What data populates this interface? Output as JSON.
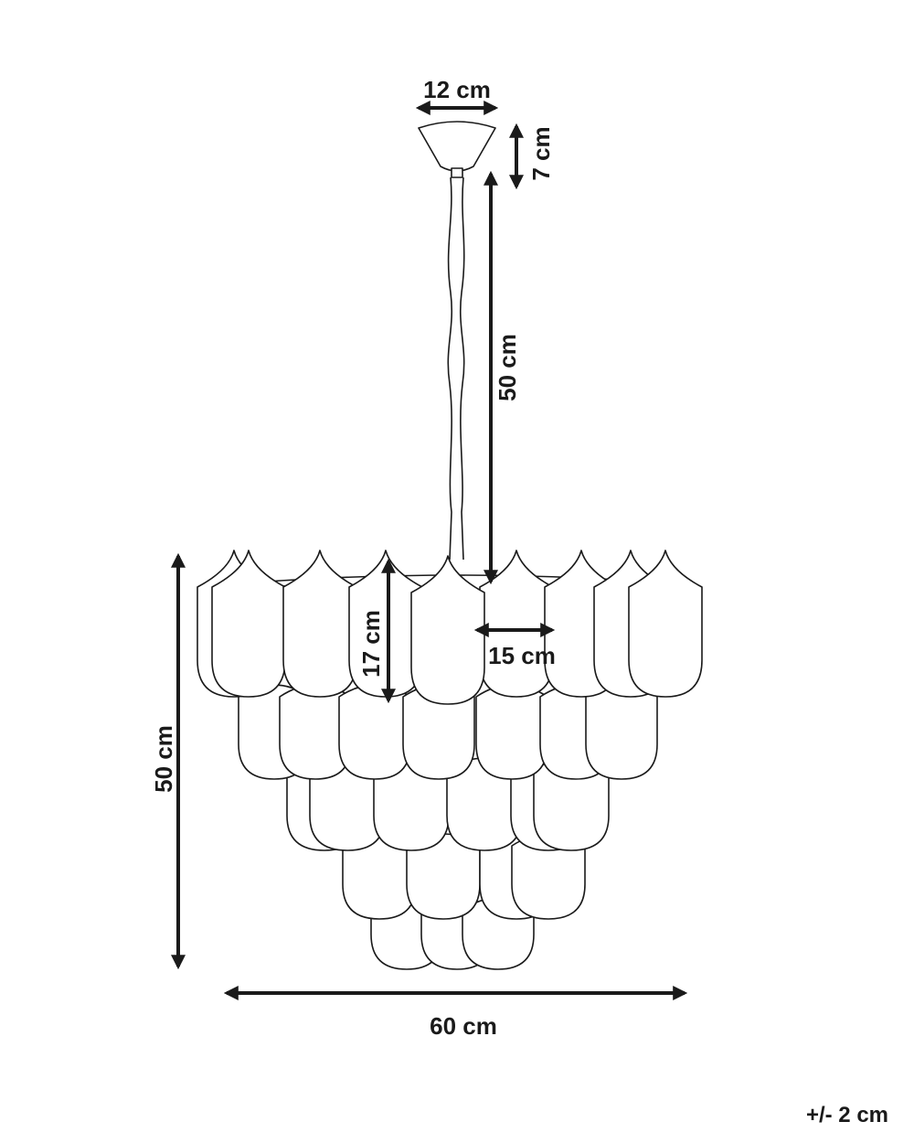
{
  "dimensions": {
    "canopy_width": "12 cm",
    "canopy_height": "7 cm",
    "cord_length": "50 cm",
    "leaf_height": "17 cm",
    "leaf_width": "15 cm",
    "body_height": "50 cm",
    "body_width": "60 cm"
  },
  "tolerance": "+/- 2 cm",
  "colors": {
    "line": "#1a1a1a",
    "background": "#ffffff"
  }
}
